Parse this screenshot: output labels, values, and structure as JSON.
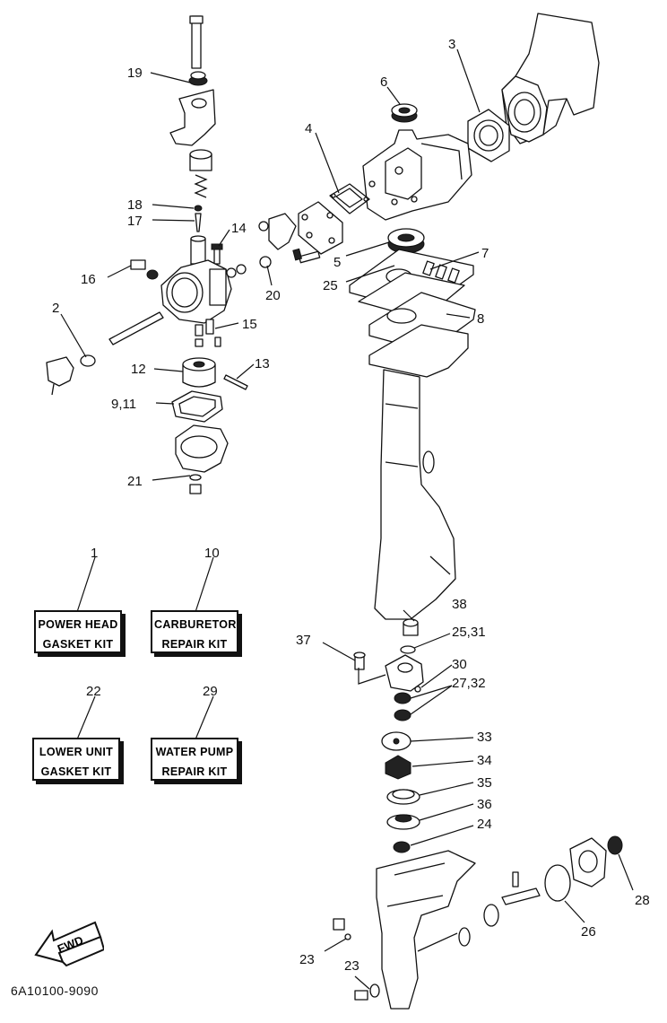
{
  "diagram": {
    "callouts": {
      "c19": "19",
      "c3": "3",
      "c6": "6",
      "c4": "4",
      "c18": "18",
      "c17": "17",
      "c14": "14",
      "c5": "5",
      "c7": "7",
      "c16": "16",
      "c25a": "25",
      "c20": "20",
      "c2": "2",
      "c8": "8",
      "c15": "15",
      "c13": "13",
      "c12": "12",
      "c911": "9,11",
      "c21": "21",
      "c38": "38",
      "c37": "37",
      "c2531": "25,31",
      "c30": "30",
      "c2732": "27,32",
      "c33": "33",
      "c34": "34",
      "c35": "35",
      "c36": "36",
      "c24": "24",
      "c28": "28",
      "c26": "26",
      "c23a": "23",
      "c23b": "23"
    },
    "kits": [
      {
        "number": "1",
        "line1": "POWER HEAD",
        "line2": "GASKET KIT"
      },
      {
        "number": "10",
        "line1": "CARBURETOR",
        "line2": "REPAIR KIT"
      },
      {
        "number": "22",
        "line1": "LOWER UNIT",
        "line2": "GASKET KIT"
      },
      {
        "number": "29",
        "line1": "WATER PUMP",
        "line2": "REPAIR KIT"
      }
    ],
    "fwd_label": "FWD",
    "footer_code": "6A10100-9090"
  }
}
